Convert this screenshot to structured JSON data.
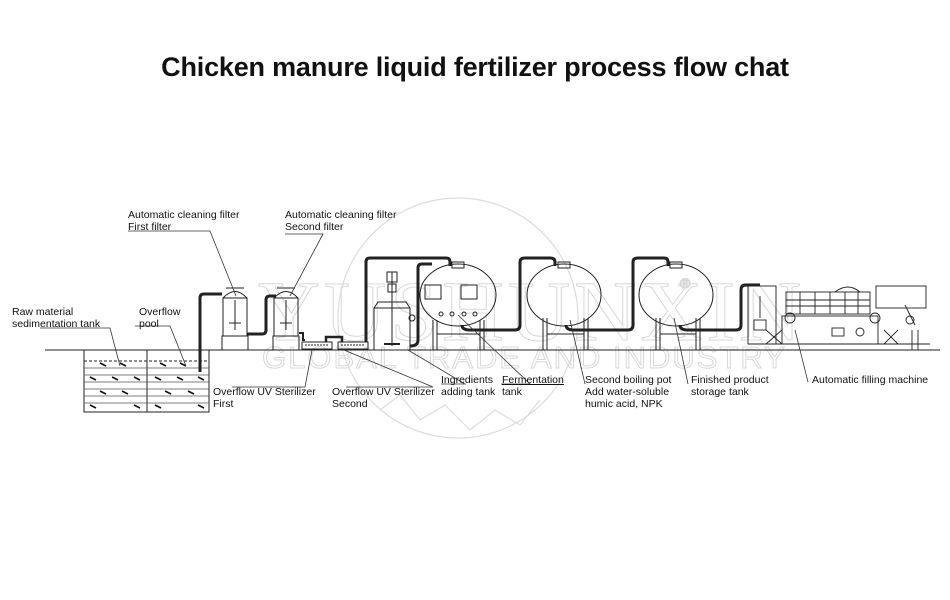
{
  "title": "Chicken manure liquid fertilizer process flow chat",
  "watermark": {
    "brand": "YUSHUNXIN",
    "arc": "Y U S H U N X I N",
    "tagline": "GLOBAL TRADE AND INDUSTRY",
    "registered": "®"
  },
  "labels": {
    "raw_tank": [
      "Raw material",
      "sedimentation tank"
    ],
    "overflow_pool": [
      "Overflow",
      "pool"
    ],
    "filter_first": [
      "Automatic cleaning filter",
      "First filter"
    ],
    "filter_second": [
      "Automatic cleaning filter",
      "Second filter"
    ],
    "uv_first": [
      "Overflow UV Sterilizer",
      "First"
    ],
    "uv_second": [
      "Overflow UV Sterilizer",
      "Second"
    ],
    "ingredients": [
      "Ingredients",
      "adding tank"
    ],
    "fermentation": [
      "Fermentation",
      "tank"
    ],
    "boiling": [
      "Second boiling pot",
      "Add water-soluble",
      "humic acid, NPK"
    ],
    "finished": [
      "Finished product",
      "storage tank"
    ],
    "filling": [
      "Automatic filling machine"
    ]
  },
  "colors": {
    "line": "#222222",
    "watermark": "#d8d8d8",
    "background": "#ffffff"
  }
}
